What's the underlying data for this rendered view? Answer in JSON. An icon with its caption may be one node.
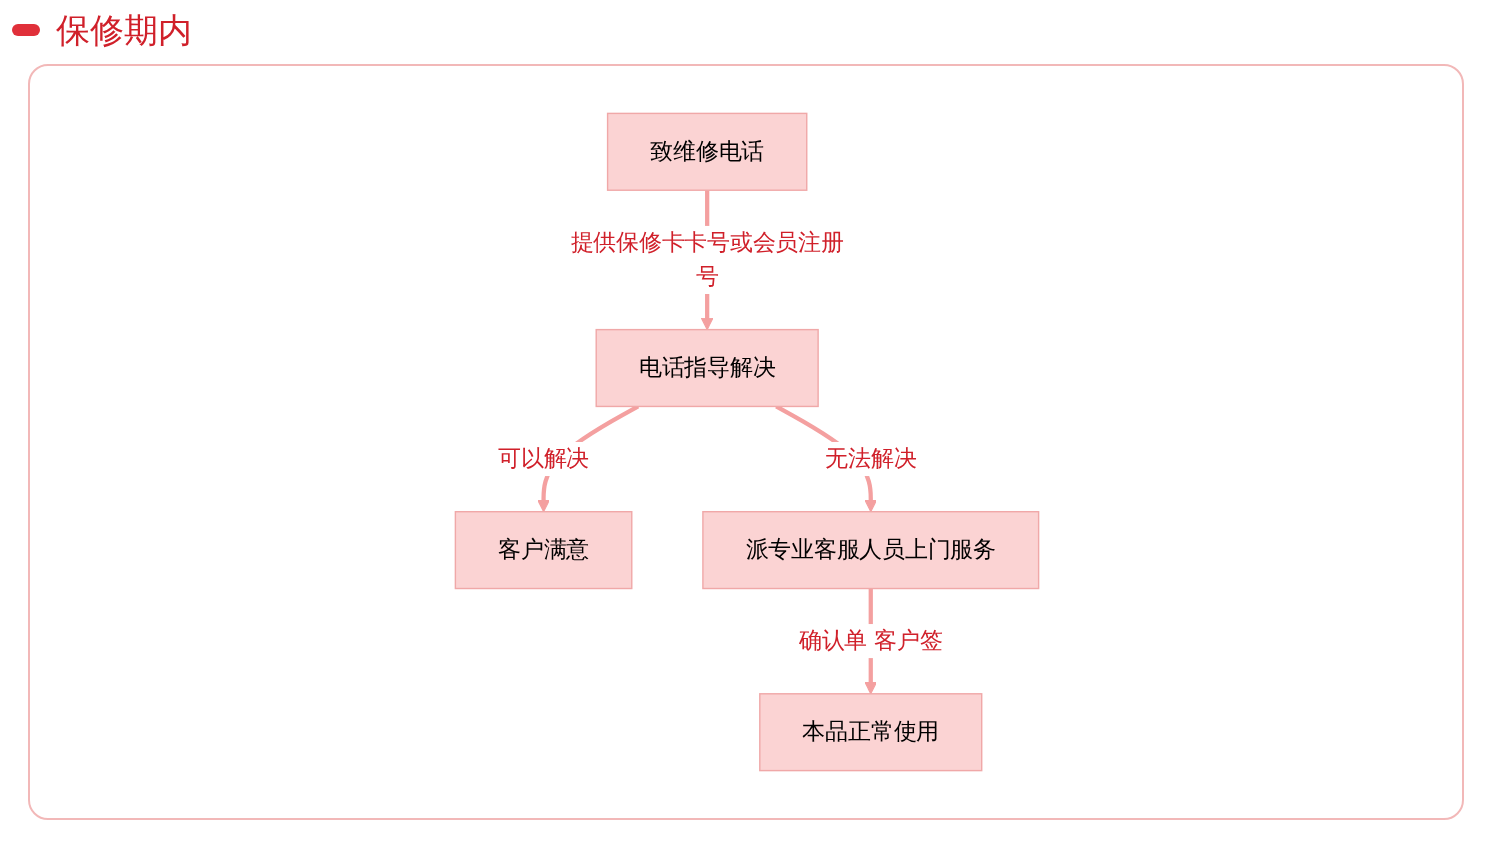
{
  "diagram": {
    "title": "保修期内",
    "nodes": [
      {
        "text": [
          "致维修电话"
        ]
      },
      {
        "text": [
          "电话指导解决"
        ]
      },
      {
        "text": [
          "客户满意"
        ]
      },
      {
        "text": [
          "派专业客服人员上门服务"
        ]
      },
      {
        "text": [
          "本品正常使用"
        ]
      }
    ],
    "edges": [
      {
        "from": 0,
        "to": 1,
        "arrow": "to",
        "label": "提供保修卡卡号或会员注册号"
      },
      {
        "from": 1,
        "to": 2,
        "arrow": "to",
        "label": "可以解决"
      },
      {
        "from": 1,
        "to": 3,
        "arrow": "to",
        "label": "无法解决"
      },
      {
        "from": 3,
        "to": 4,
        "arrow": "to",
        "label": "确认单 客户签"
      }
    ]
  }
}
